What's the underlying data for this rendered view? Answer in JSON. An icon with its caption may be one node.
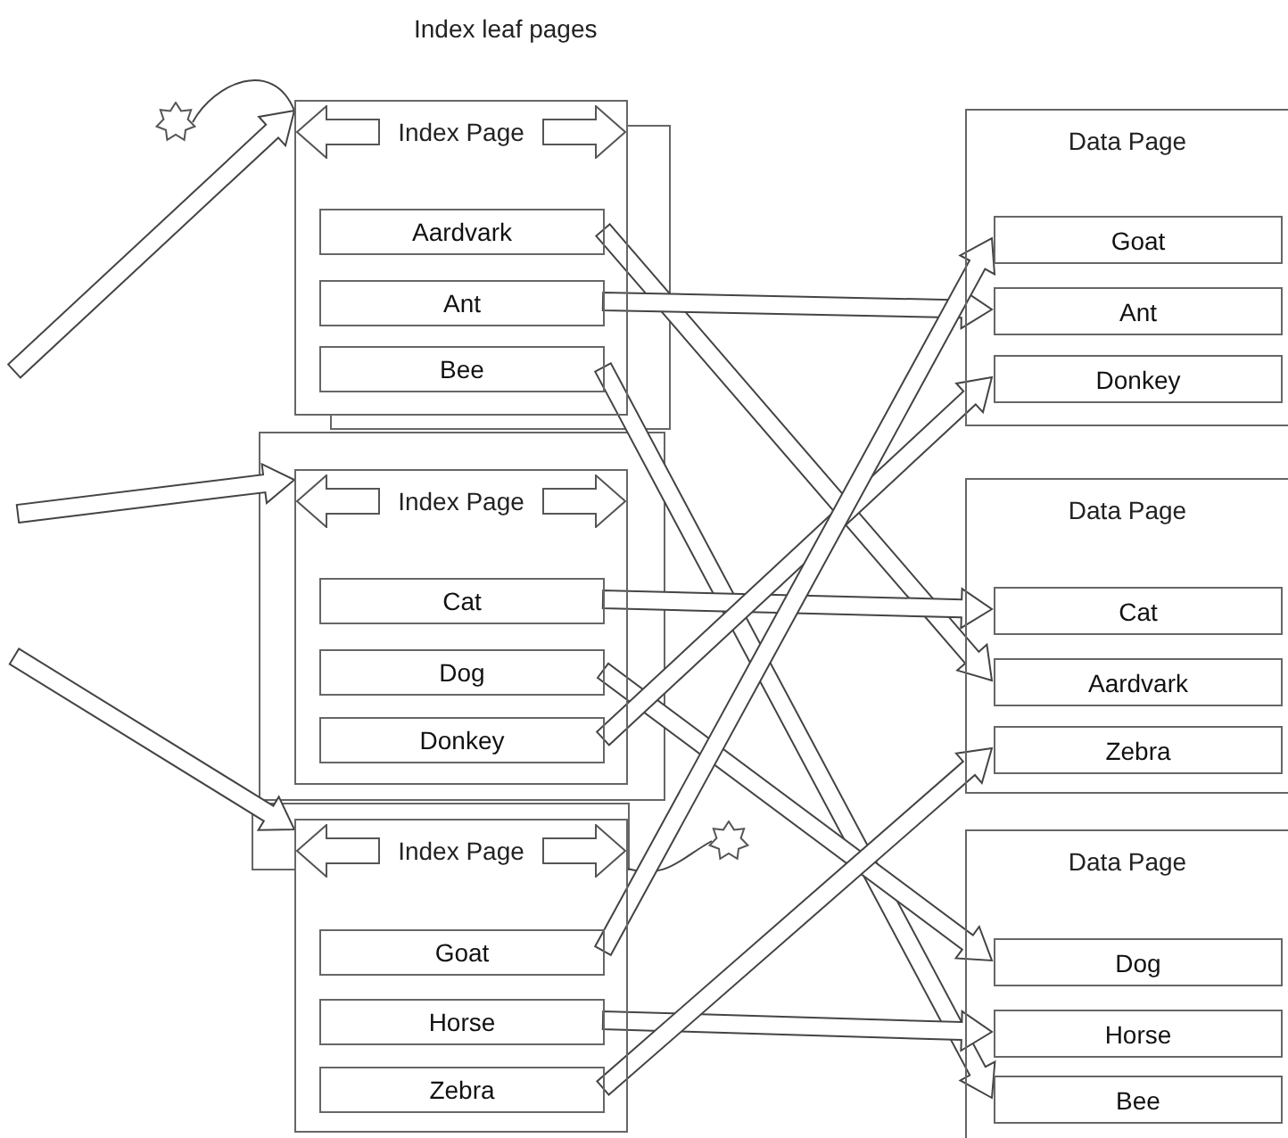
{
  "diagram": {
    "title": "Index leaf pages",
    "nodes": [
      {
        "text": [
          "Index Page"
        ]
      },
      {
        "text": [
          "Aardvark"
        ],
        "in": 0
      },
      {
        "text": [
          "Ant"
        ],
        "in": 0
      },
      {
        "text": [
          "Bee"
        ],
        "in": 0
      },
      {
        "text": [
          "Index Page"
        ]
      },
      {
        "text": [
          "Cat"
        ],
        "in": 4
      },
      {
        "text": [
          "Dog"
        ],
        "in": 4
      },
      {
        "text": [
          "Donkey"
        ],
        "in": 4
      },
      {
        "text": [
          "Index Page"
        ]
      },
      {
        "text": [
          "Goat"
        ],
        "in": 8
      },
      {
        "text": [
          "Horse"
        ],
        "in": 8
      },
      {
        "text": [
          "Zebra"
        ],
        "in": 8
      },
      {
        "text": [
          "Data Page"
        ]
      },
      {
        "text": [
          "Goat"
        ],
        "in": 12
      },
      {
        "text": [
          "Ant"
        ],
        "in": 12
      },
      {
        "text": [
          "Donkey"
        ],
        "in": 12
      },
      {
        "text": [
          "Data Page"
        ]
      },
      {
        "text": [
          "Cat"
        ],
        "in": 16
      },
      {
        "text": [
          "Aardvark"
        ],
        "in": 16
      },
      {
        "text": [
          "Zebra"
        ],
        "in": 16
      },
      {
        "text": [
          "Data Page"
        ]
      },
      {
        "text": [
          "Dog"
        ],
        "in": 20
      },
      {
        "text": [
          "Horse"
        ],
        "in": 20
      },
      {
        "text": [
          "Bee"
        ],
        "in": 20
      },
      {
        "text": [],
        "shape": "star"
      },
      {
        "text": [],
        "shape": "star"
      }
    ],
    "edges": [
      {
        "from": null,
        "to": 0,
        "arrow": "to"
      },
      {
        "from": 24,
        "to": 0,
        "arrow": "none"
      },
      {
        "from": null,
        "to": 4,
        "arrow": "to"
      },
      {
        "from": null,
        "to": 8,
        "arrow": "to"
      },
      {
        "from": 8,
        "to": 25,
        "arrow": "none"
      },
      {
        "from": 1,
        "to": 18,
        "arrow": "to"
      },
      {
        "from": 2,
        "to": 14,
        "arrow": "to"
      },
      {
        "from": 3,
        "to": 23,
        "arrow": "to"
      },
      {
        "from": 5,
        "to": 17,
        "arrow": "to"
      },
      {
        "from": 6,
        "to": 21,
        "arrow": "to"
      },
      {
        "from": 7,
        "to": 15,
        "arrow": "to"
      },
      {
        "from": 9,
        "to": 13,
        "arrow": "to"
      },
      {
        "from": 10,
        "to": 22,
        "arrow": "to"
      },
      {
        "from": 11,
        "to": 19,
        "arrow": "to"
      }
    ]
  }
}
